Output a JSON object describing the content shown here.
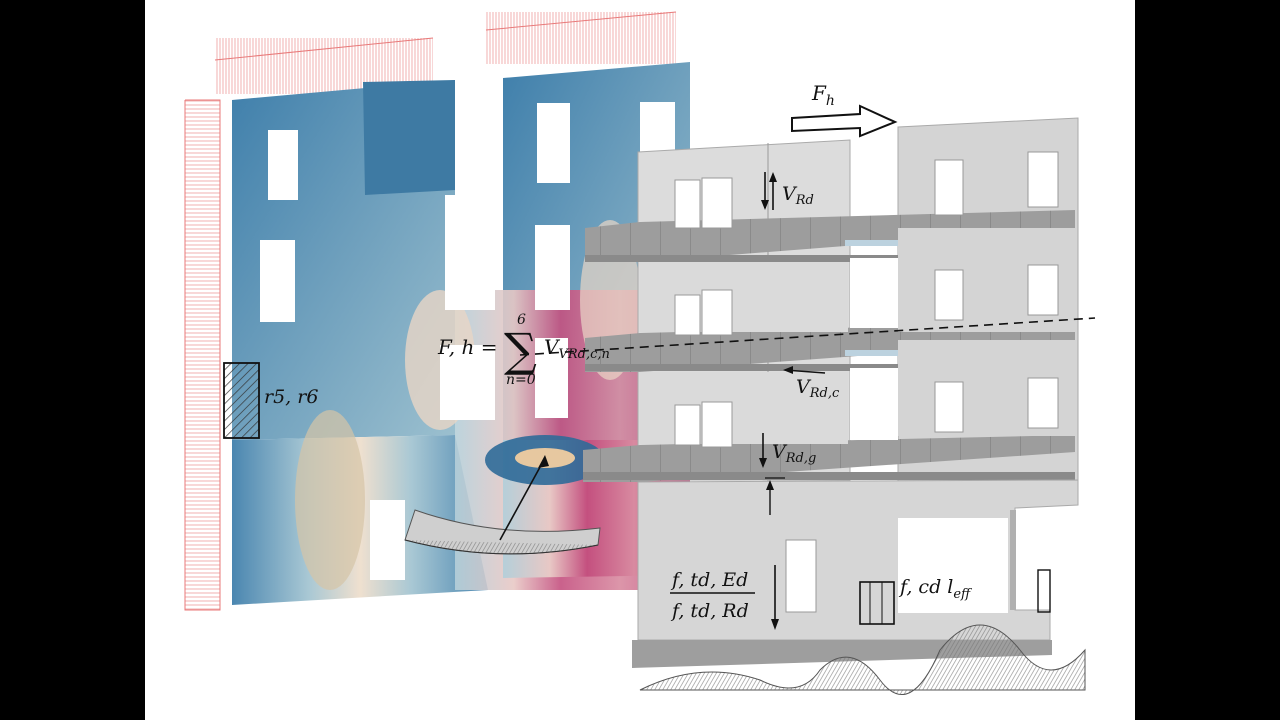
{
  "labels": {
    "fh_arrow": "F",
    "fh_arrow_sub": "h",
    "vrd": "V",
    "vrd_sub": "Rd",
    "vrdc": "V",
    "vrdc_sub": "Rd,c",
    "vrdg": "V",
    "vrdg_sub": "Rd,g",
    "sum_lhs": "F, h =",
    "sum_upper": "6",
    "sum_lower": "n=0",
    "sum_term": "V",
    "sum_term_sub": "VRd,c,n",
    "pier": "r5, r6",
    "frac_num": "f, td, Ed",
    "frac_den": "f, td, Rd",
    "fcd": "f, cd l",
    "fcd_sub": "eff"
  },
  "colors": {
    "background": "#ffffff",
    "letterbox": "#000000",
    "concrete": "#d9d9d9",
    "concrete_dark": "#b8b8b8",
    "stress_blue": "#3f7fab",
    "stress_pale": "#cfe1e6",
    "stress_magenta": "#c4507f",
    "load_red": "#e87a7a"
  }
}
